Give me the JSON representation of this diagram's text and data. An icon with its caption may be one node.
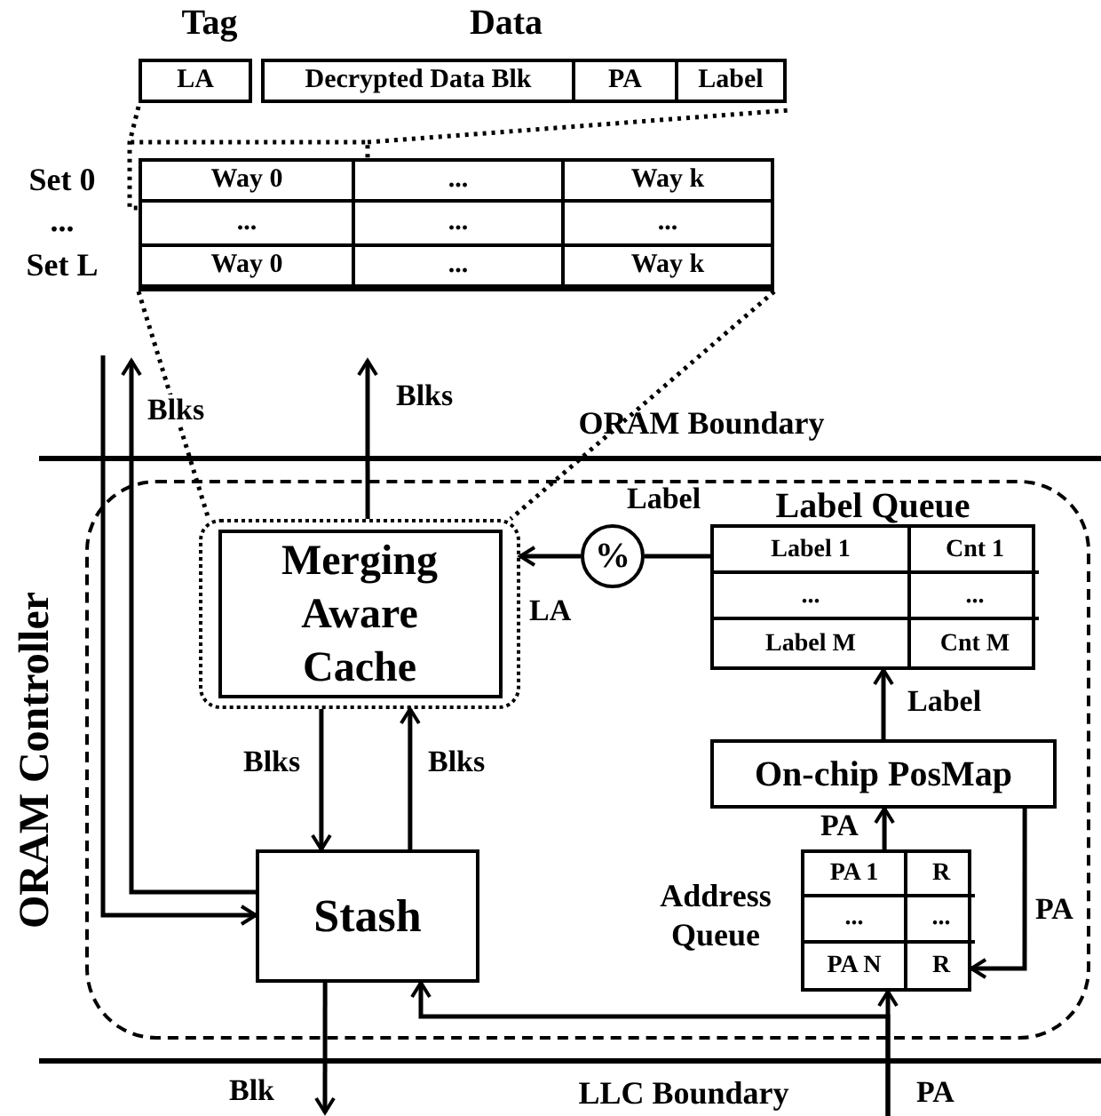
{
  "diagram": {
    "nodes": [
      {
        "text": [
          "ORAM Controller"
        ]
      },
      {
        "text": [
          "Merging Aware Cache"
        ],
        "in": 0
      },
      {
        "text": [
          "Stash"
        ],
        "in": 0
      },
      {
        "text": [
          "%"
        ],
        "in": 0
      },
      {
        "text": [
          "Label Queue",
          "Label 1",
          "Cnt 1",
          "...",
          "...",
          "Label M",
          "Cnt M"
        ],
        "in": 0
      },
      {
        "text": [
          "On-chip PosMap"
        ],
        "in": 0
      },
      {
        "text": [
          "Address Queue",
          "PA 1",
          "R",
          "...",
          "...",
          "PA N",
          "R"
        ],
        "in": 0
      },
      {
        "text": [],
        "shape": "box"
      }
    ],
    "edges": [
      {
        "from": 1,
        "to": null,
        "arrow": "to",
        "label": "Blks"
      },
      {
        "from": null,
        "to": 2,
        "arrow": "to"
      },
      {
        "from": 2,
        "to": null,
        "arrow": "to",
        "label": "Blks"
      },
      {
        "from": 1,
        "to": 2,
        "arrow": "to",
        "label": "Blks"
      },
      {
        "from": 2,
        "to": 1,
        "arrow": "to",
        "label": "Blks"
      },
      {
        "from": 4,
        "to": 3,
        "arrow": "none",
        "label": "Label"
      },
      {
        "from": 3,
        "to": 1,
        "arrow": "to",
        "label": "LA"
      },
      {
        "from": 5,
        "to": 4,
        "arrow": "to",
        "label": "Label"
      },
      {
        "from": 6,
        "to": 5,
        "arrow": "to",
        "label": "PA"
      },
      {
        "from": 5,
        "to": 6,
        "arrow": "to",
        "label": "PA"
      },
      {
        "from": null,
        "to": 6,
        "arrow": "to",
        "label": "PA"
      },
      {
        "from": null,
        "to": 2,
        "arrow": "to"
      },
      {
        "from": 2,
        "to": null,
        "arrow": "to",
        "label": "Blk"
      },
      {
        "from": 7,
        "to": 1,
        "arrow": "none",
        "style": "dashed"
      },
      {
        "from": 7,
        "to": 1,
        "arrow": "none",
        "style": "dashed"
      }
    ],
    "labels": [
      "Tag",
      "Data",
      "LA",
      "Decrypted Data Blk",
      "PA",
      "Label",
      "Set 0",
      "Way 0",
      "...",
      "Way k",
      "...",
      "...",
      "...",
      "...",
      "Set L",
      "Way 0",
      "...",
      "Way k",
      "ORAM Boundary",
      "LLC Boundary"
    ]
  }
}
